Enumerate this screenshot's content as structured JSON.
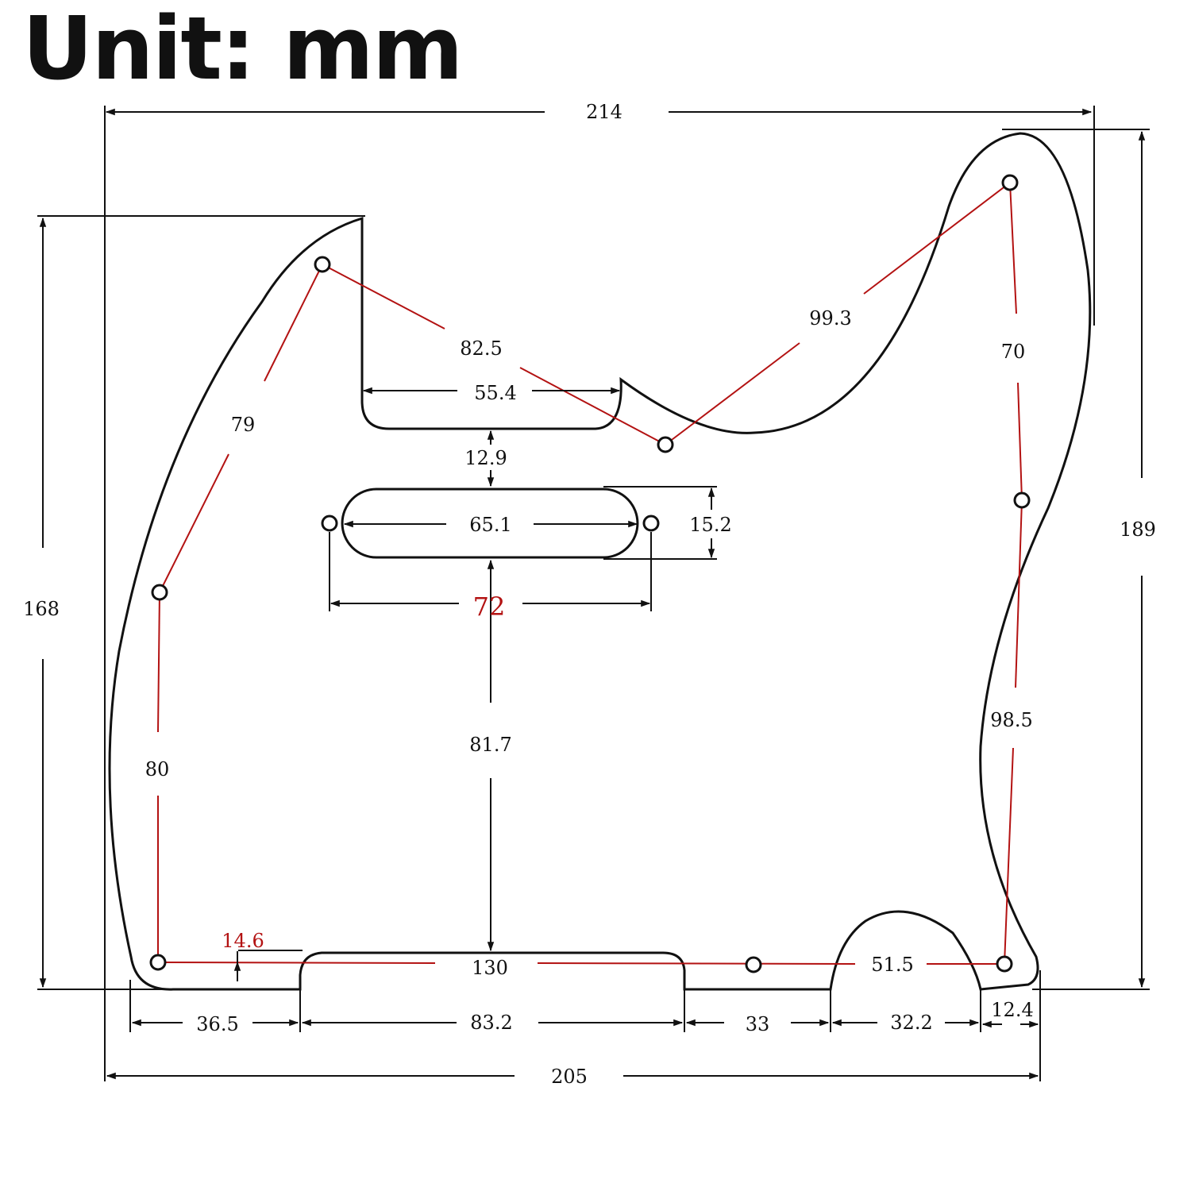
{
  "title": "Unit: mm",
  "colors": {
    "outline": "#111111",
    "dimension_line": "#111111",
    "hole_link": "#b31212",
    "red_label": "#b31212"
  },
  "dimensions": {
    "overall_width_top": "214",
    "overall_width_bottom": "205",
    "left_height": "168",
    "right_height": "189",
    "cutout_width": "55.4",
    "cutout_to_pickup_gap": "12.9",
    "pickup_length": "65.1",
    "pickup_width": "15.2",
    "pickup_mount_holes_spacing": "72",
    "pickup_to_bottom": "81.7",
    "bottom_flat_length": "130",
    "bottom_hole_offset": "14.6",
    "seg_left": "36.5",
    "seg_cutout": "83.2",
    "seg_middle": "33",
    "seg_arch": "32.2",
    "seg_right": "12.4"
  },
  "hole_links": {
    "upper_left_to_notch": "82.5",
    "left_upper_to_lower": "79",
    "left_lower_to_bottom": "80",
    "notch_to_upper_right": "99.3",
    "right_top_to_mid": "70",
    "right_mid_to_bottom": "98.5",
    "bottom_to_bottom_right": "51.5"
  }
}
